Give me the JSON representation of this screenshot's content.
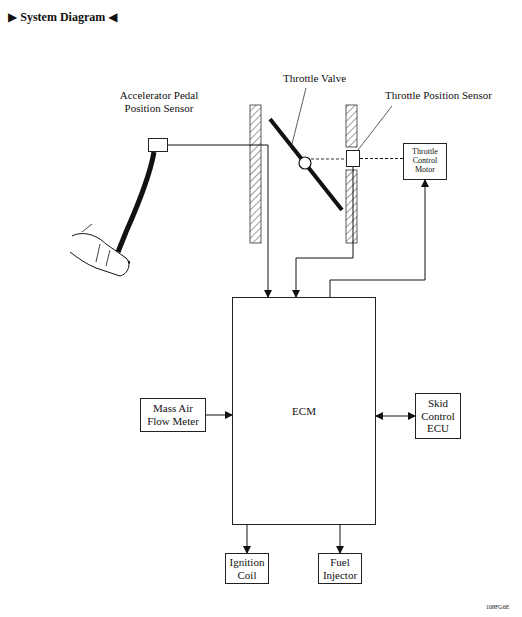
{
  "diagram": {
    "title": "▶ System Diagram ◀",
    "nodes": [
      {
        "text": [
          "Accelerator Pedal Position Sensor"
        ]
      },
      {
        "text": [
          "Throttle Position Sensor"
        ]
      },
      {
        "text": [
          "Throttle Control Motor"
        ]
      },
      {
        "text": [
          "Mass Air Flow Meter"
        ]
      },
      {
        "text": [
          "ECM"
        ]
      },
      {
        "text": [
          "Skid Control ECU"
        ]
      },
      {
        "text": [
          "Ignition Coil"
        ]
      },
      {
        "text": [
          "Fuel Injector"
        ]
      }
    ],
    "edges": [
      {
        "from": 0,
        "to": 4,
        "arrow": "to"
      },
      {
        "from": 1,
        "to": 4,
        "arrow": "to"
      },
      {
        "from": 4,
        "to": 2,
        "arrow": "to"
      },
      {
        "from": 3,
        "to": 4,
        "arrow": "to"
      },
      {
        "from": 4,
        "to": 5,
        "arrow": "both"
      },
      {
        "from": 4,
        "to": 6,
        "arrow": "to"
      },
      {
        "from": 4,
        "to": 7,
        "arrow": "to"
      },
      {
        "from": 1,
        "to": 2,
        "arrow": "none"
      }
    ],
    "labels": [
      "Throttle Valve",
      "108FG6E"
    ]
  }
}
